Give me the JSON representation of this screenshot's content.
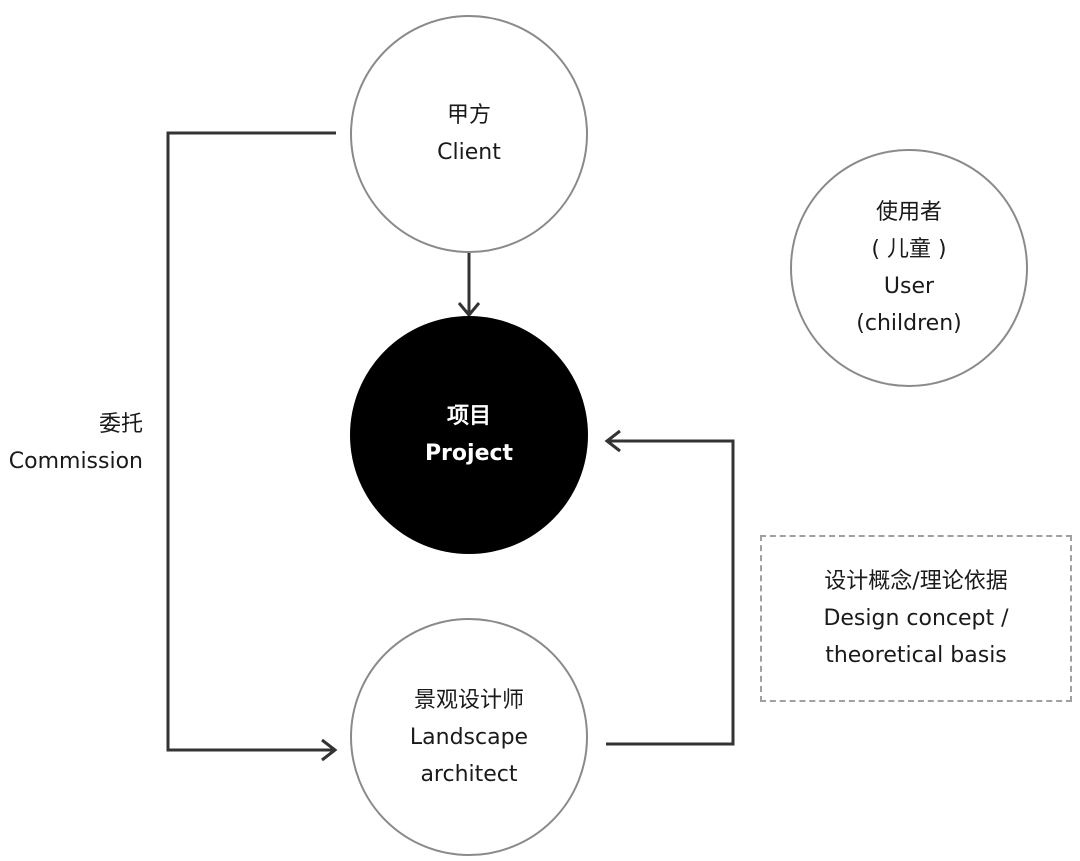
{
  "nodes": {
    "client": {
      "cn": "甲方",
      "en": "Client"
    },
    "user": {
      "cn": "使用者",
      "cn_sub": "( 儿童 )",
      "en": "User",
      "en_sub": "(children)"
    },
    "project": {
      "cn": "项目",
      "en": "Project"
    },
    "landscape": {
      "cn": "景观设计师",
      "en_1": "Landscape",
      "en_2": "architect"
    }
  },
  "labels": {
    "commission": {
      "cn": "委托",
      "en": "Commission"
    },
    "concept": {
      "cn": "设计概念/理论依据",
      "en_1": "Design concept /",
      "en_2": "theoretical basis"
    }
  },
  "colors": {
    "project_fill": "#000000",
    "circle_stroke": "#8a8a8a",
    "arrow": "#333333",
    "dashed_border": "#a0a0a0"
  }
}
